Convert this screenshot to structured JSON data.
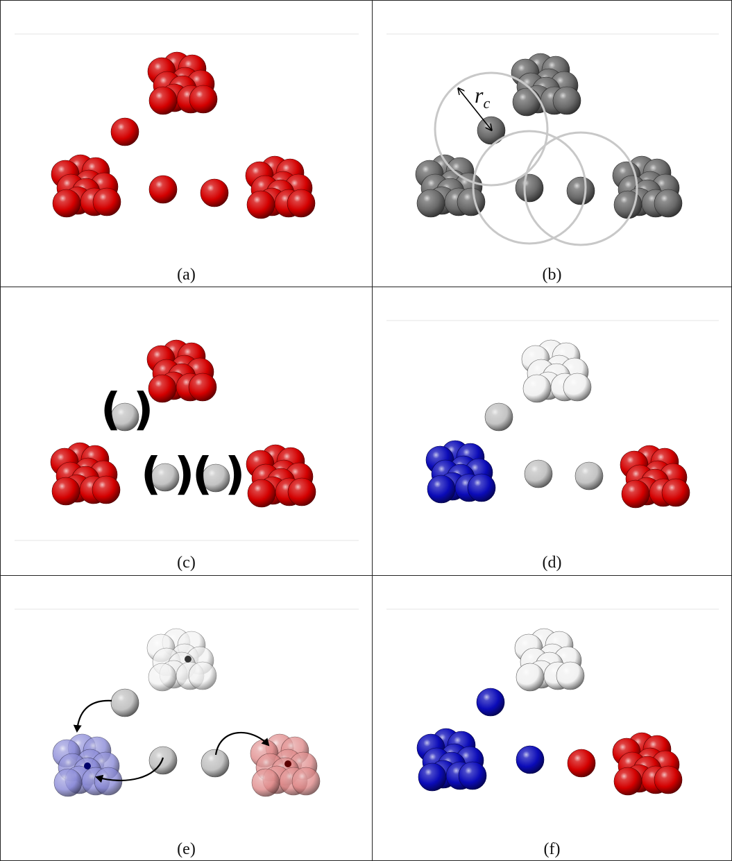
{
  "panels": [
    {
      "id": "a",
      "caption": "(a)"
    },
    {
      "id": "b",
      "caption": "(b)",
      "radius_label": {
        "main": "r",
        "sub": "c"
      }
    },
    {
      "id": "c",
      "caption": "(c)",
      "parens": {
        "open": "(",
        "close": ")"
      }
    },
    {
      "id": "d",
      "caption": "(d)"
    },
    {
      "id": "e",
      "caption": "(e)"
    },
    {
      "id": "f",
      "caption": "(f)"
    }
  ],
  "colors": {
    "red": "#d30000",
    "gray": "#6a6a6a",
    "lightgray": "#c4c4c4",
    "white": "#f2f2f2",
    "blue": "#0b0bb8",
    "circle": "#c8c8c8"
  }
}
